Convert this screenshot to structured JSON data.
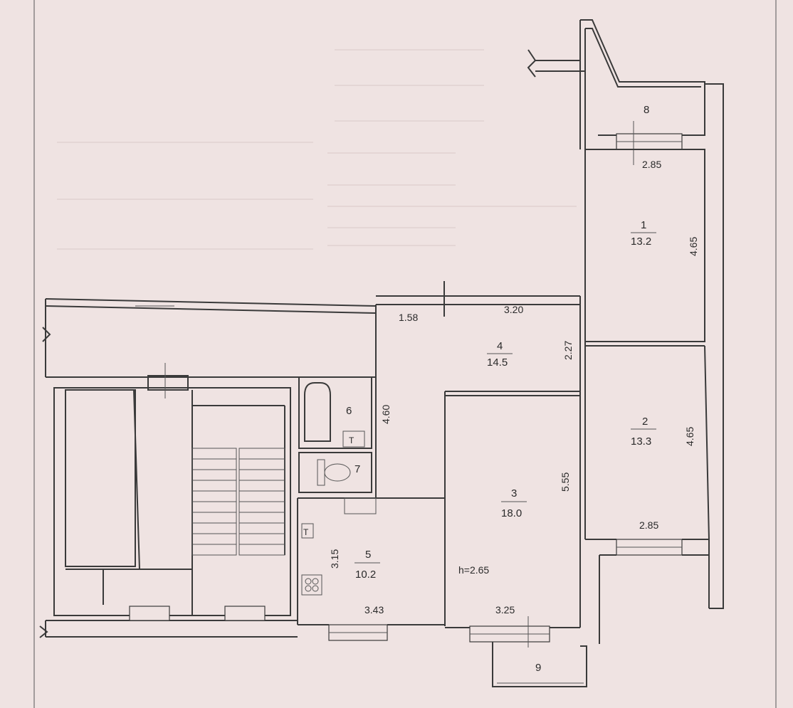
{
  "rooms": [
    {
      "id": "1",
      "area": "13.2"
    },
    {
      "id": "2",
      "area": "13.3"
    },
    {
      "id": "3",
      "area": "18.0"
    },
    {
      "id": "4",
      "area": "14.5"
    },
    {
      "id": "5",
      "area": "10.2"
    },
    {
      "id": "6"
    },
    {
      "id": "7"
    },
    {
      "id": "8"
    },
    {
      "id": "9"
    }
  ],
  "dimensions": {
    "room8_width": "2.85",
    "room1_height": "4.65",
    "corridor_width": "1.58",
    "room4_width": "3.20",
    "room4_depth": "2.27",
    "hall_length": "4.60",
    "room2_height": "4.65",
    "room3_depth": "5.55",
    "room2_width": "2.85",
    "kitchen_depth": "3.15",
    "kitchen_width": "3.43",
    "room3_width": "3.25"
  },
  "ceiling_height": "h=2.65",
  "colors": {
    "paper": "#efe3e2",
    "ink": "#3a3a3a"
  }
}
